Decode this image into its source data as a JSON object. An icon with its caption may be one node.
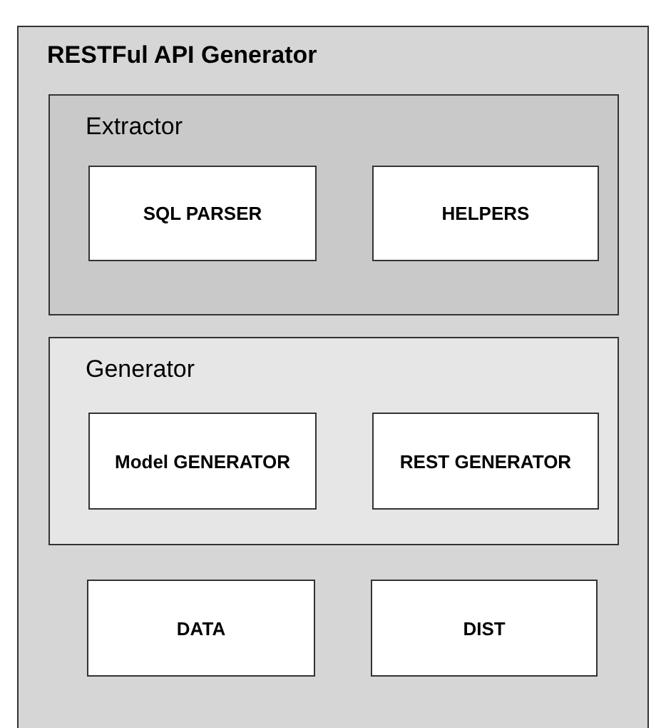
{
  "diagram": {
    "nodes": [
      {
        "text": [
          "RESTFul API Generator"
        ]
      },
      {
        "text": [
          "Extractor"
        ],
        "in": 0
      },
      {
        "text": [
          "SQL PARSER"
        ],
        "in": 1
      },
      {
        "text": [
          "HELPERS"
        ],
        "in": 1
      },
      {
        "text": [
          "Generator"
        ],
        "in": 0
      },
      {
        "text": [
          "Model GENERATOR"
        ],
        "in": 4
      },
      {
        "text": [
          "REST GENERATOR"
        ],
        "in": 4
      },
      {
        "text": [
          "DATA"
        ],
        "in": 0
      },
      {
        "text": [
          "DIST"
        ],
        "in": 0
      }
    ]
  }
}
